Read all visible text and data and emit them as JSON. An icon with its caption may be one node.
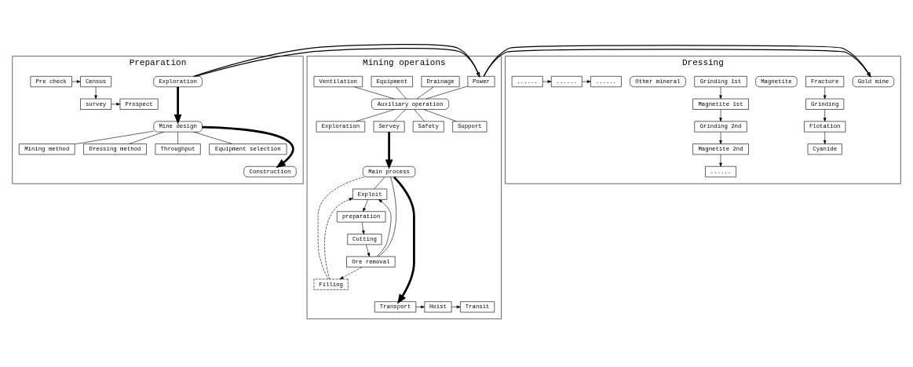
{
  "diagram": {
    "nodes": [
      {
        "text": [
          "Preparation"
        ]
      },
      {
        "text": [
          "Exploration"
        ],
        "in": 0
      },
      {
        "text": [
          "Pre check"
        ],
        "in": 0
      },
      {
        "text": [
          "Census"
        ],
        "in": 0
      },
      {
        "text": [
          "survey"
        ],
        "in": 0
      },
      {
        "text": [
          "Prospect"
        ],
        "in": 0
      },
      {
        "text": [
          "Mine design"
        ],
        "in": 0
      },
      {
        "text": [
          "Mining method"
        ],
        "in": 0
      },
      {
        "text": [
          "Dressing method"
        ],
        "in": 0
      },
      {
        "text": [
          "Throughput"
        ],
        "in": 0
      },
      {
        "text": [
          "Equipment selection"
        ],
        "in": 0
      },
      {
        "text": [
          "Construction"
        ],
        "in": 0
      },
      {
        "text": [
          "Mining operaions"
        ]
      },
      {
        "text": [
          "Power"
        ],
        "in": 12
      },
      {
        "text": [
          "Drainage"
        ],
        "in": 12
      },
      {
        "text": [
          "Equipment"
        ],
        "in": 12
      },
      {
        "text": [
          "Ventilation"
        ],
        "in": 12
      },
      {
        "text": [
          "Auxiliary operation"
        ],
        "in": 12
      },
      {
        "text": [
          "Exploration"
        ],
        "in": 12
      },
      {
        "text": [
          "Servey"
        ],
        "in": 12
      },
      {
        "text": [
          "Safety"
        ],
        "in": 12
      },
      {
        "text": [
          "Support"
        ],
        "in": 12
      },
      {
        "text": [
          "Main process"
        ],
        "in": 12
      },
      {
        "text": [
          "Exploit"
        ],
        "in": 12
      },
      {
        "text": [
          "preparation"
        ],
        "in": 12
      },
      {
        "text": [
          "Cutting"
        ],
        "in": 12
      },
      {
        "text": [
          "Ore removal"
        ],
        "in": 12
      },
      {
        "text": [
          "Filling"
        ],
        "in": 12
      },
      {
        "text": [
          "Transport"
        ],
        "in": 12
      },
      {
        "text": [
          "Hoist"
        ],
        "in": 12
      },
      {
        "text": [
          "Transit"
        ],
        "in": 12
      },
      {
        "text": [
          "Dressing"
        ]
      },
      {
        "text": [
          "Gold mine"
        ],
        "in": 31
      },
      {
        "text": [
          "Fracture"
        ],
        "in": 31
      },
      {
        "text": [
          "Grinding"
        ],
        "in": 31
      },
      {
        "text": [
          "Flotation"
        ],
        "in": 31
      },
      {
        "text": [
          "Cyanide"
        ],
        "in": 31
      },
      {
        "text": [
          "Magnetite"
        ],
        "in": 31
      },
      {
        "text": [
          "Grinding 1st"
        ],
        "in": 31
      },
      {
        "text": [
          "Magnetite 1st"
        ],
        "in": 31
      },
      {
        "text": [
          "Grinding 2nd"
        ],
        "in": 31
      },
      {
        "text": [
          "Magnetite 2nd"
        ],
        "in": 31
      },
      {
        "text": [
          "......"
        ],
        "in": 31
      },
      {
        "text": [
          "Other mineral"
        ],
        "in": 31
      },
      {
        "text": [
          "......"
        ],
        "in": 31
      },
      {
        "text": [
          "......"
        ],
        "in": 31
      },
      {
        "text": [
          "......"
        ],
        "in": 31
      }
    ],
    "edges": [
      {
        "from": 0,
        "to": 12,
        "arrow": "to"
      },
      {
        "from": 12,
        "to": 31,
        "arrow": "to"
      },
      {
        "from": 1,
        "to": 6,
        "arrow": "to",
        "style": "thick"
      },
      {
        "from": 2,
        "to": 3,
        "arrow": "to"
      },
      {
        "from": 3,
        "to": 4,
        "arrow": "to"
      },
      {
        "from": 4,
        "to": 5,
        "arrow": "to"
      },
      {
        "from": 6,
        "to": 7,
        "arrow": "none"
      },
      {
        "from": 6,
        "to": 8,
        "arrow": "none"
      },
      {
        "from": 6,
        "to": 9,
        "arrow": "none"
      },
      {
        "from": 6,
        "to": 10,
        "arrow": "none"
      },
      {
        "from": 6,
        "to": 11,
        "arrow": "to",
        "style": "thick"
      },
      {
        "from": 13,
        "to": 17,
        "arrow": "none"
      },
      {
        "from": 14,
        "to": 17,
        "arrow": "none"
      },
      {
        "from": 15,
        "to": 17,
        "arrow": "none"
      },
      {
        "from": 16,
        "to": 17,
        "arrow": "none"
      },
      {
        "from": 17,
        "to": 18,
        "arrow": "none"
      },
      {
        "from": 17,
        "to": 19,
        "arrow": "none"
      },
      {
        "from": 17,
        "to": 20,
        "arrow": "none"
      },
      {
        "from": 17,
        "to": 21,
        "arrow": "none"
      },
      {
        "from": 19,
        "to": 22,
        "arrow": "to",
        "style": "thick"
      },
      {
        "from": 22,
        "to": 23,
        "arrow": "none"
      },
      {
        "from": 22,
        "to": 26,
        "arrow": "none"
      },
      {
        "from": 23,
        "to": 24,
        "arrow": "to"
      },
      {
        "from": 24,
        "to": 25,
        "arrow": "to"
      },
      {
        "from": 25,
        "to": 26,
        "arrow": "to"
      },
      {
        "from": 26,
        "to": 23,
        "arrow": "to"
      },
      {
        "from": 26,
        "to": 27,
        "arrow": "to",
        "style": "dashed"
      },
      {
        "from": 22,
        "to": 27,
        "arrow": "none",
        "style": "dashed"
      },
      {
        "from": 27,
        "to": 23,
        "arrow": "to",
        "style": "dashed"
      },
      {
        "from": 22,
        "to": 28,
        "arrow": "to",
        "style": "thick"
      },
      {
        "from": 28,
        "to": 29,
        "arrow": "to"
      },
      {
        "from": 29,
        "to": 30,
        "arrow": "to"
      },
      {
        "from": 33,
        "to": 34,
        "arrow": "to"
      },
      {
        "from": 34,
        "to": 35,
        "arrow": "to"
      },
      {
        "from": 35,
        "to": 36,
        "arrow": "to"
      },
      {
        "from": 38,
        "to": 39,
        "arrow": "to"
      },
      {
        "from": 39,
        "to": 40,
        "arrow": "to"
      },
      {
        "from": 40,
        "to": 41,
        "arrow": "to"
      },
      {
        "from": 41,
        "to": 42,
        "arrow": "to"
      },
      {
        "from": 44,
        "to": 45,
        "arrow": "to"
      },
      {
        "from": 45,
        "to": 46,
        "arrow": "to"
      }
    ]
  }
}
